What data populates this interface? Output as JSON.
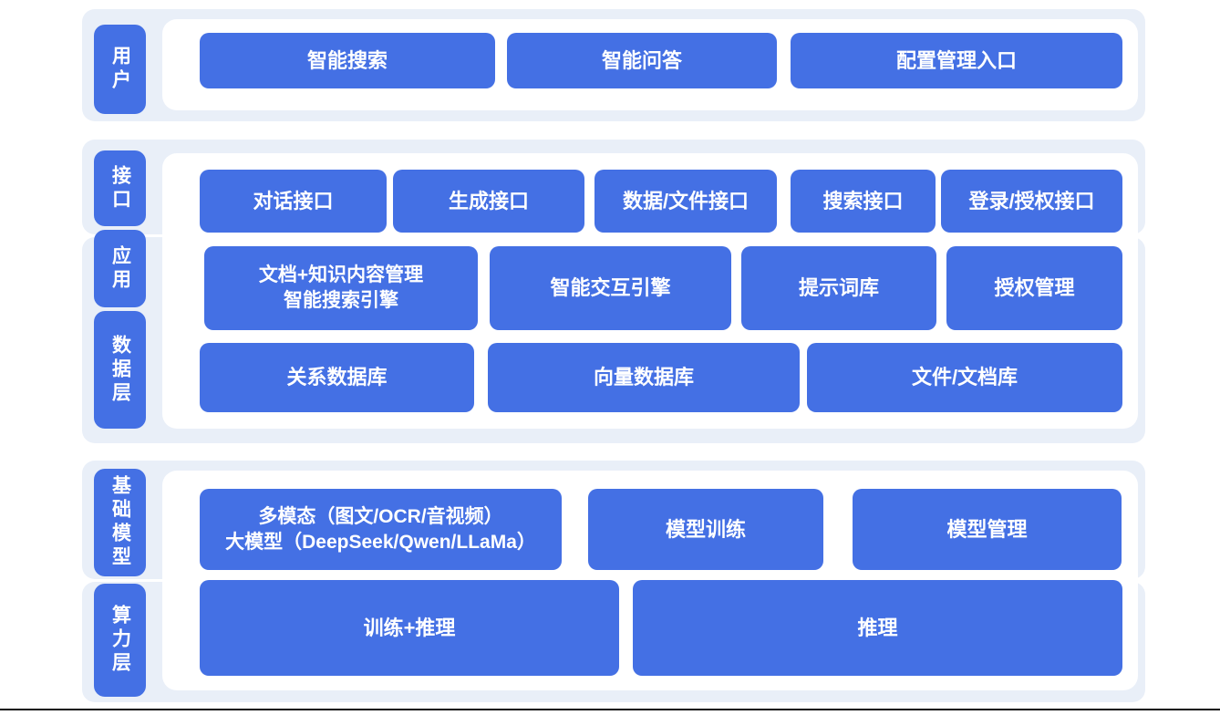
{
  "colors": {
    "accent_blue": "#4470e4",
    "band_bg": "#e9eff8",
    "panel_bg": "#ffffff",
    "divider": "#0c0c0c",
    "text_on_blue": "#ffffff"
  },
  "side_labels": {
    "user": "用户",
    "interface": "接口",
    "application": "应用",
    "data_layer": "数据层",
    "foundation_model": "基础模型",
    "compute_layer": "算力层"
  },
  "rows": {
    "user_entries": [
      "智能搜索",
      "智能问答",
      "配置管理入口"
    ],
    "interface_entries": [
      "对话接口",
      "生成接口",
      "数据/文件接口",
      "搜索接口",
      "登录/授权接口"
    ],
    "application_entries": [
      {
        "line1": "文档+知识内容管理",
        "line2": "智能搜索引擎"
      },
      "智能交互引擎",
      "提示词库",
      "授权管理"
    ],
    "data_entries": [
      "关系数据库",
      "向量数据库",
      "文件/文档库"
    ],
    "model_entries": [
      {
        "line1": "多模态（图文/OCR/音视频）",
        "line2": "大模型（DeepSeek/Qwen/LLaMa）"
      },
      "模型训练",
      "模型管理"
    ],
    "compute_entries": [
      "训练+推理",
      "推理"
    ]
  }
}
